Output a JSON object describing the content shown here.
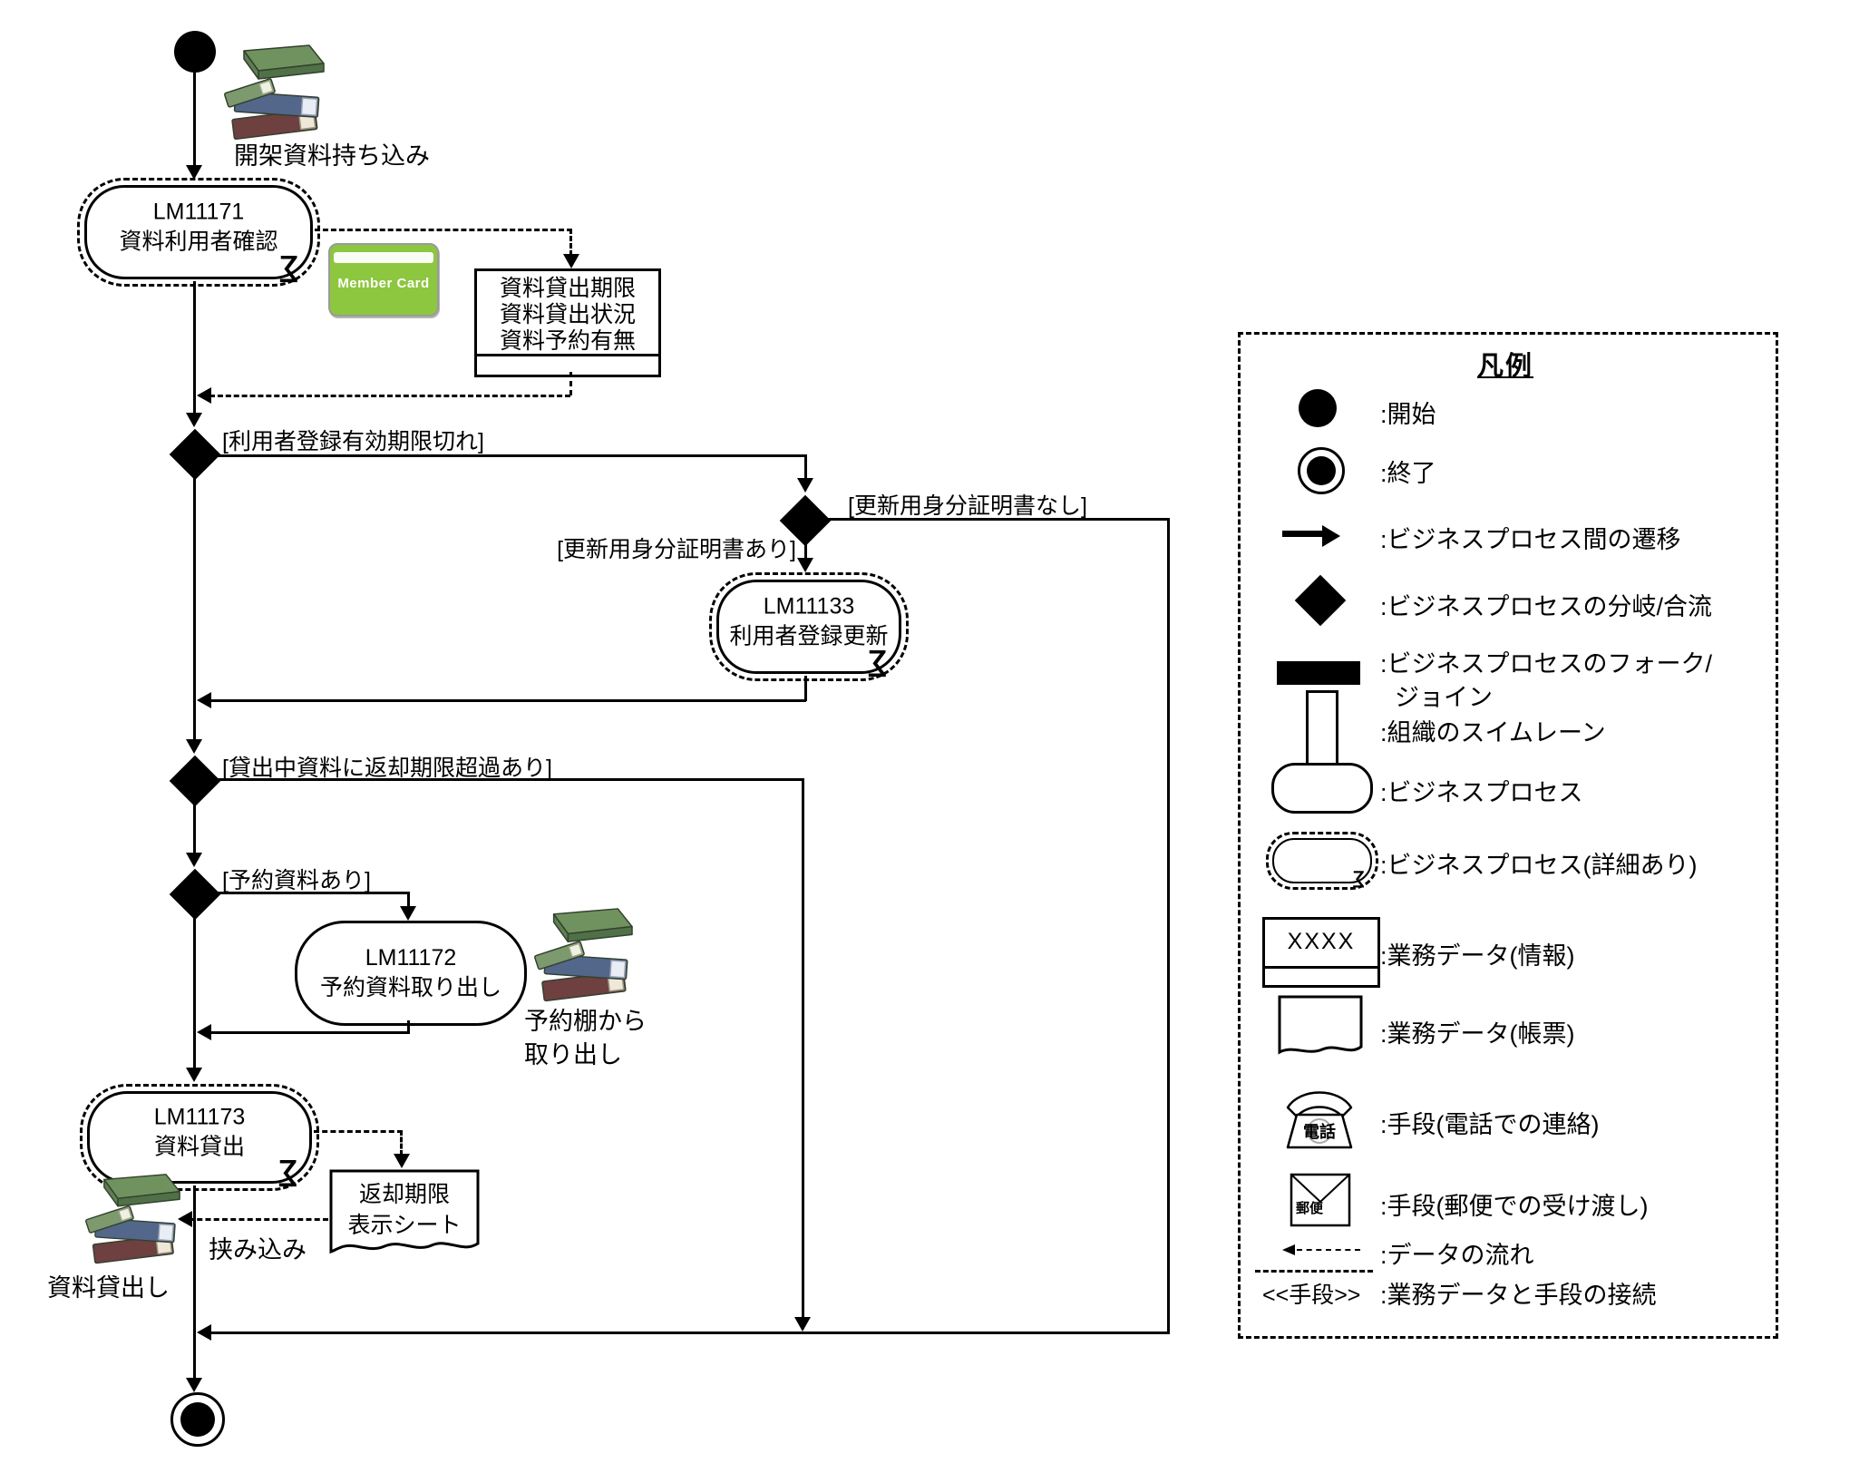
{
  "flow": {
    "bring_in_label": "開架資料持ち込み",
    "proc_check": {
      "id": "LM11171",
      "name": "資料利用者確認"
    },
    "member_card_label": "Member Card",
    "info_box": {
      "line1": "資料貸出期限",
      "line2": "資料貸出状況",
      "line3": "資料予約有無"
    },
    "guard_expired": "[利用者登録有効期限切れ]",
    "guard_no_id": "[更新用身分証明書なし]",
    "guard_has_id": "[更新用身分証明書あり]",
    "proc_renew": {
      "id": "LM11133",
      "name": "利用者登録更新"
    },
    "guard_overdue": "[貸出中資料に返却期限超過あり]",
    "guard_reserved": "[予約資料あり]",
    "proc_pick": {
      "id": "LM11172",
      "name": "予約資料取り出し"
    },
    "pick_label1": "予約棚から",
    "pick_label2": "取り出し",
    "proc_lend": {
      "id": "LM11173",
      "name": "資料貸出"
    },
    "doc": {
      "line1": "返却期限",
      "line2": "表示シート"
    },
    "insert_label": "挟み込み",
    "lend_out_label": "資料貸出し"
  },
  "legend": {
    "title": "凡例",
    "items": [
      {
        "name": "start",
        "label": ":開始"
      },
      {
        "name": "end",
        "label": ":終了"
      },
      {
        "name": "transition",
        "label": ":ビジネスプロセス間の遷移"
      },
      {
        "name": "branch-merge",
        "label": ":ビジネスプロセスの分岐/合流"
      },
      {
        "name": "fork-join",
        "label": ":ビジネスプロセスのフォーク/",
        "label2": "ジョイン"
      },
      {
        "name": "swimlane",
        "label": ":組織のスイムレーン"
      },
      {
        "name": "business-process",
        "label": ":ビジネスプロセス"
      },
      {
        "name": "business-process-detail",
        "label": ":ビジネスプロセス(詳細あり)"
      },
      {
        "name": "business-data-info",
        "label": ":業務データ(情報)",
        "symbol_text": "XXXX"
      },
      {
        "name": "business-data-form",
        "label": ":業務データ(帳票)"
      },
      {
        "name": "means-phone",
        "label": ":手段(電話での連絡)",
        "symbol_text": "電話"
      },
      {
        "name": "means-mail",
        "label": ":手段(郵便での受け渡し)",
        "symbol_text": "郵便"
      },
      {
        "name": "data-flow",
        "label": ":データの流れ"
      },
      {
        "name": "data-means-connection",
        "label": ":業務データと手段の接続",
        "symbol_text": "<<手段>>"
      }
    ]
  },
  "colors": {
    "card_green": "#8dc63f",
    "line": "#000000"
  }
}
